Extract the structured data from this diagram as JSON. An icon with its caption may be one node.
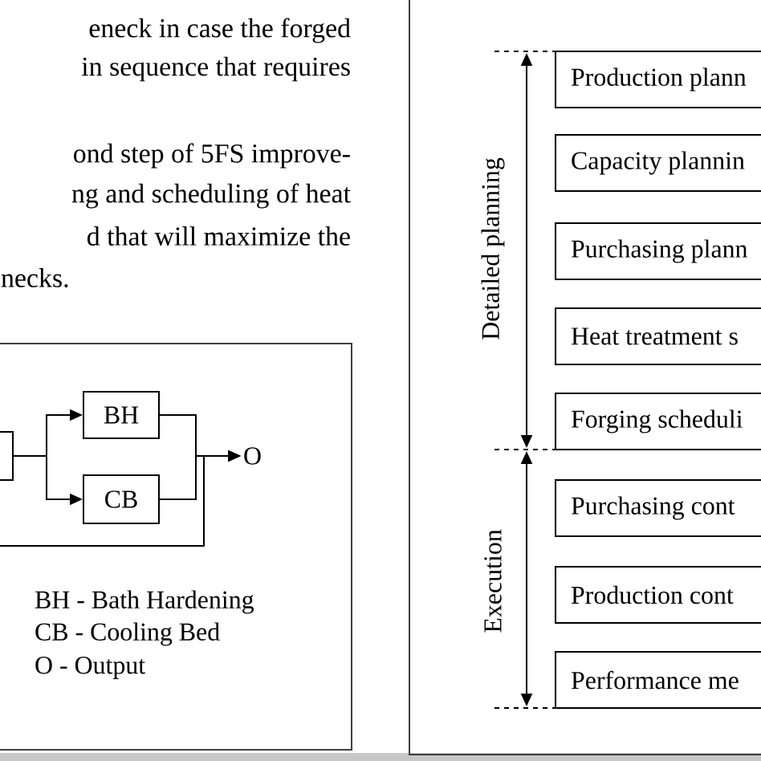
{
  "diagram": {
    "nodes": [
      {
        "text": [],
        "shape": "box"
      },
      {
        "text": [
          "BH"
        ]
      },
      {
        "text": [
          "CB"
        ]
      },
      {
        "text": [
          "O"
        ]
      },
      {
        "text": [
          "Production plann"
        ]
      },
      {
        "text": [
          "Capacity plannin"
        ]
      },
      {
        "text": [
          "Purchasing plann"
        ]
      },
      {
        "text": [
          "Heat treatment s"
        ]
      },
      {
        "text": [
          "Forging scheduli"
        ]
      },
      {
        "text": [
          "Purchasing cont"
        ]
      },
      {
        "text": [
          "Production cont"
        ]
      },
      {
        "text": [
          "Performance me"
        ]
      }
    ],
    "edges": [
      {
        "from": 0,
        "to": 1,
        "arrow": "to"
      },
      {
        "from": 0,
        "to": 2,
        "arrow": "to"
      },
      {
        "from": 1,
        "to": 3,
        "arrow": "to"
      },
      {
        "from": 2,
        "to": 3,
        "arrow": "to"
      },
      {
        "from": null,
        "to": 3,
        "arrow": "to"
      }
    ],
    "labels": [
      "eneck in case the forged",
      "in sequence that requires",
      "ond step of 5FS improve-",
      "ng and scheduling of heat",
      "d that will maximize the",
      "necks.",
      "BH - Bath Hardening",
      "CB - Cooling Bed",
      "O - Output",
      "Detailed planning",
      "Execution"
    ]
  }
}
